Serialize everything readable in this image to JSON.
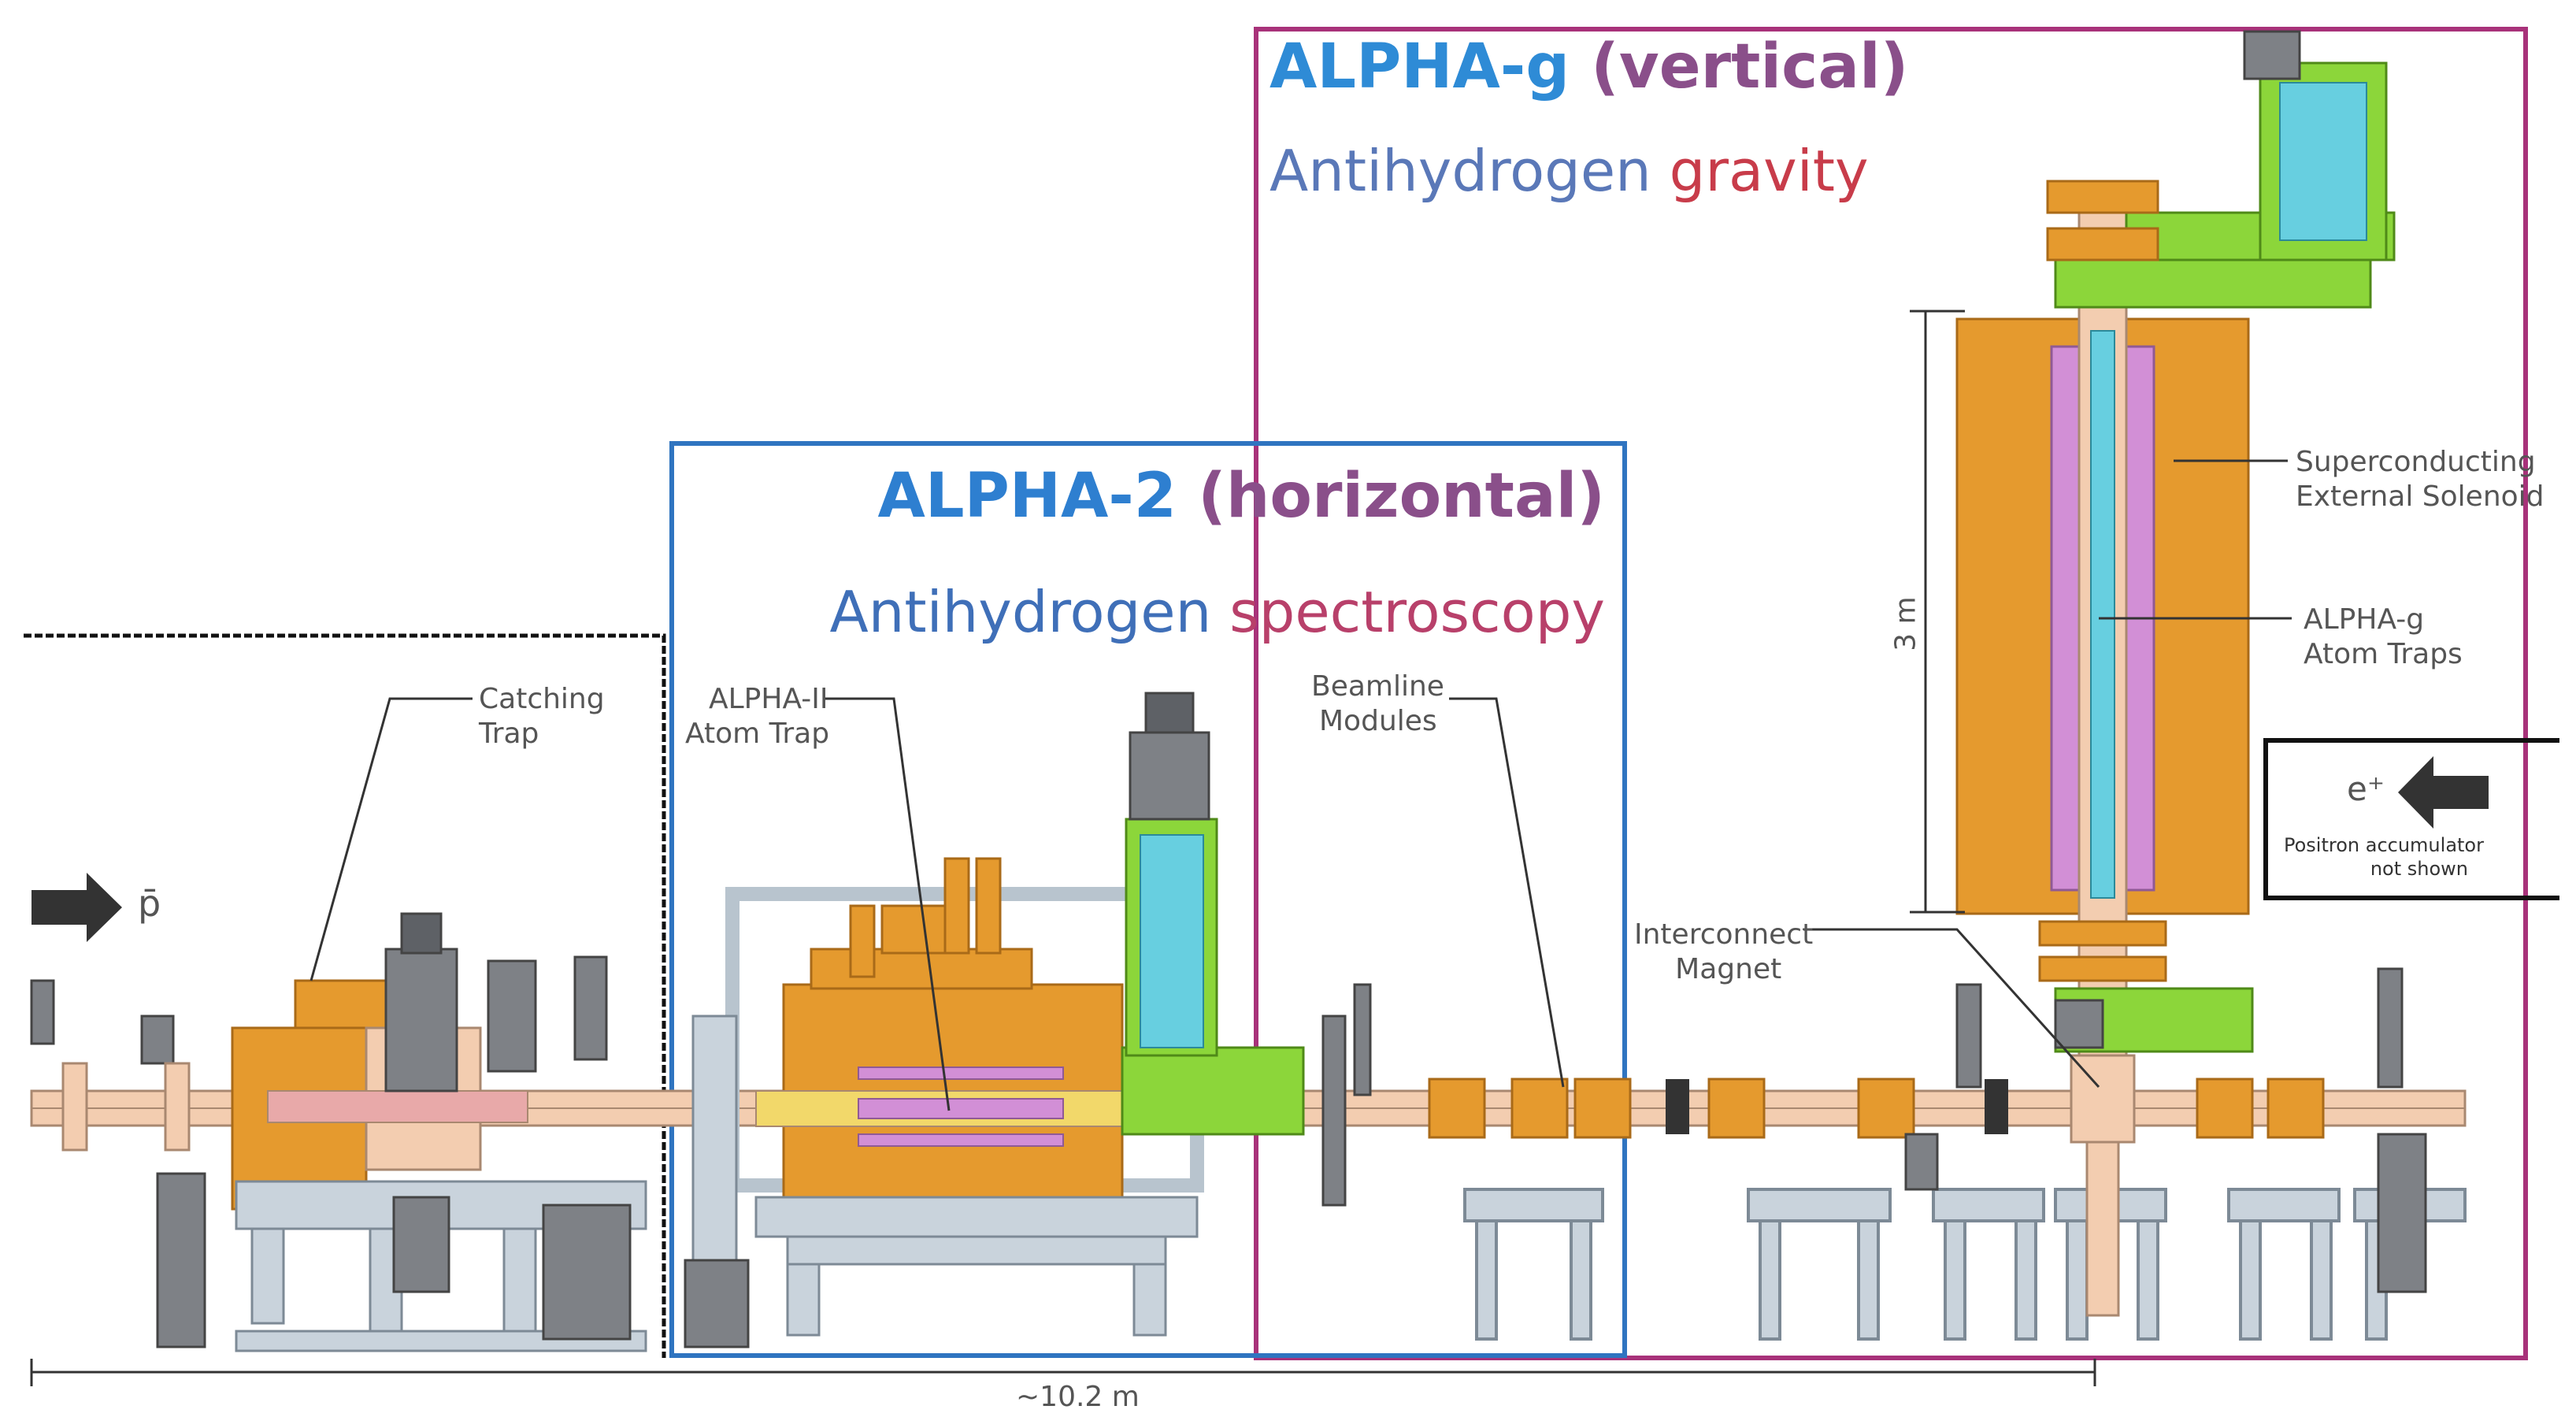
{
  "colors": {
    "blue": "#2e8bd6",
    "purple": "#7a5a9a",
    "red": "#c83c4a",
    "magenta_frame": "#a8327a",
    "blue_frame": "#2f74c0",
    "black_frame": "#111111",
    "orange": "#e59a2e",
    "green": "#8cd63a",
    "cyan": "#67cfe0",
    "pink": "#d28fd6",
    "peach": "#f3cdb0",
    "grey": "#7e8186",
    "lightgrey": "#c9d3dc"
  },
  "alpha_g": {
    "title_a": "ALPHA-g",
    "title_b": "(vertical)",
    "subtitle_a": "Antihydrogen",
    "subtitle_b": "gravity"
  },
  "alpha_2": {
    "title_a": "ALPHA-2",
    "title_b": "(horizontal)",
    "subtitle_a": "Antihydrogen",
    "subtitle_b": "spectroscopy"
  },
  "labels": {
    "catching_trap": [
      "Catching",
      "Trap"
    ],
    "alpha_ii_trap": [
      "ALPHA-II",
      "Atom Trap"
    ],
    "beamline_modules": [
      "Beamline",
      "Modules"
    ],
    "interconnect_magnet": [
      "Interconnect",
      "Magnet"
    ],
    "superconducting": [
      "Superconducting",
      "External Solenoid"
    ],
    "alpha_g_traps": [
      "ALPHA-g",
      "Atom Traps"
    ],
    "height": "3 m",
    "length": "~10.2 m",
    "antiproton": "p̄",
    "positron": "e⁺",
    "positron_note": [
      "Positron accumulator",
      "not shown"
    ]
  }
}
